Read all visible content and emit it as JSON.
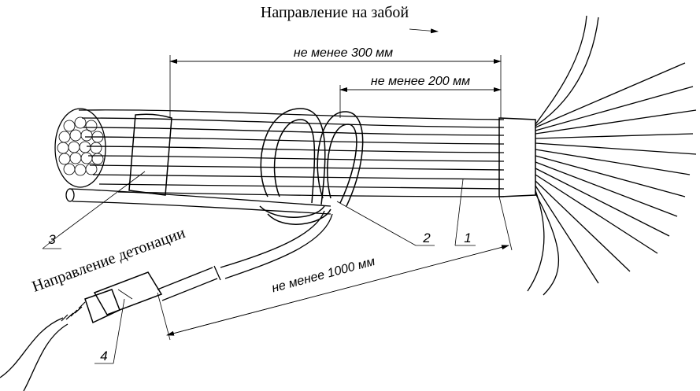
{
  "title": "Направление на забой",
  "detonation_direction": "Направление детонации",
  "dimensions": {
    "d300": "не менее 300 мм",
    "d200": "не менее 200 мм",
    "d1000": "не менее 1000 мм"
  },
  "callouts": {
    "c1": "1",
    "c2": "2",
    "c3": "3",
    "c4": "4"
  }
}
